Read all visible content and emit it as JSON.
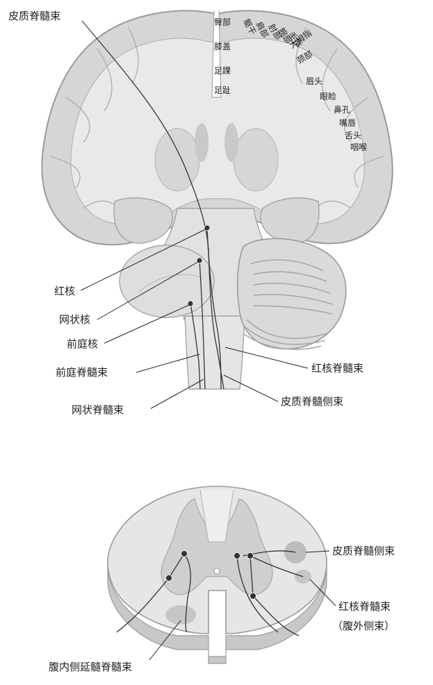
{
  "brain": {
    "labels": {
      "corticospinal_tract": "皮质脊髓束",
      "red_nucleus": "红核",
      "reticular_nucleus": "网状核",
      "vestibular_nucleus": "前庭核",
      "vestibulospinal_tract": "前庭脊髓束",
      "reticulospinal_tract": "网状脊髓束",
      "rubrospinal_tract": "红核脊髓束",
      "lateral_corticospinal_tract": "皮质脊髓侧束"
    },
    "homunculus": {
      "medial": [
        "臀部",
        "膝盖",
        "足踝",
        "足趾"
      ],
      "lateral": [
        "躯干",
        "肩部",
        "肘部",
        "腕部",
        "手指",
        "大拇指",
        "颈部",
        "眉头",
        "眼睑",
        "鼻孔",
        "嘴唇",
        "舌头",
        "咽喉"
      ]
    }
  },
  "spinal_cord": {
    "labels": {
      "lateral_corticospinal_tract": "皮质脊髓侧束",
      "rubrospinal_tract": "红核脊髓束",
      "ventrolateral_tract": "（腹外侧束）",
      "ventromedial_medullary_reticulospinal_tract": "腹内侧延髓脊髓束"
    }
  },
  "colors": {
    "cortex": "#d6d6d6",
    "white_matter": "#e9e9e9",
    "outline": "#9a9a9a",
    "cerebellum_folia": "#a8a8a8",
    "text": "#222222"
  }
}
